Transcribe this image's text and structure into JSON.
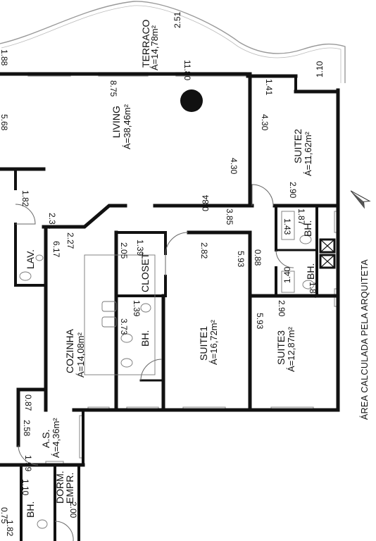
{
  "rooms": {
    "terraco": {
      "name": "TERRACO",
      "area": "Á=14,78m²"
    },
    "living": {
      "name": "LIVING",
      "area": "Á=38,46m²"
    },
    "suite2": {
      "name": "SUITE2",
      "area": "Á=11,62m²"
    },
    "suite1": {
      "name": "SUITE1",
      "area": "Á=16,72m²"
    },
    "suite3": {
      "name": "SUITE3",
      "area": "Á=12,87m²"
    },
    "cozinha": {
      "name": "COZINHA",
      "area": "Á=14,08m²"
    },
    "as": {
      "name": "A.S.",
      "area": "Á=4,36m²"
    },
    "lav": {
      "name": "LAV."
    },
    "closet": {
      "name": "CLOSET"
    },
    "bh_main": {
      "name": "BH."
    },
    "bh_suite2": {
      "name": "BH."
    },
    "bh_suite3": {
      "name": "BH."
    },
    "bh_empr": {
      "name": "BH."
    },
    "dorm": {
      "line1": "DORM.",
      "line2": "EMPR."
    }
  },
  "dims": {
    "d_251": "2.51",
    "d_1180": "11.80",
    "d_110": "1.10",
    "d_141": "1.41",
    "d_875": "8.75",
    "d_430a": "4.30",
    "d_430b": "4.30",
    "d_290a": "2.90",
    "d_187a": "1.87",
    "d_143": "1.43",
    "d_084": "0.84",
    "d_385": "3.85",
    "d_088": "0.88",
    "d_140": "1.40",
    "d_187b": "1.87",
    "d_290b": "2.90",
    "d_593a": "5.93",
    "d_593b": "5.93",
    "d_282": "2.82",
    "d_139a": "1.39",
    "d_205": "2.05",
    "d_139b": "1.39",
    "d_373": "3.73",
    "d_227": "2.27",
    "d_231": "2.31",
    "d_182a": "1.82",
    "d_617": "6.17",
    "d_087": "0.87",
    "d_258": "2.58",
    "d_199": "1.99",
    "d_110b": "1.10",
    "d_200": "2.00",
    "d_075": "0.75",
    "d_182b": "1.82",
    "d_568": "5.68",
    "d_188": "1.88"
  },
  "note": "ÁREA CALCULADA PELA ARQUITETA",
  "colors": {
    "wall": "#111111",
    "window": "#9a9a9a",
    "fixture": "#777777",
    "background": "#ffffff"
  },
  "icons": [
    "north-arrow-icon",
    "column-icon",
    "toilet-icon",
    "sink-icon",
    "door-swing-icon"
  ]
}
